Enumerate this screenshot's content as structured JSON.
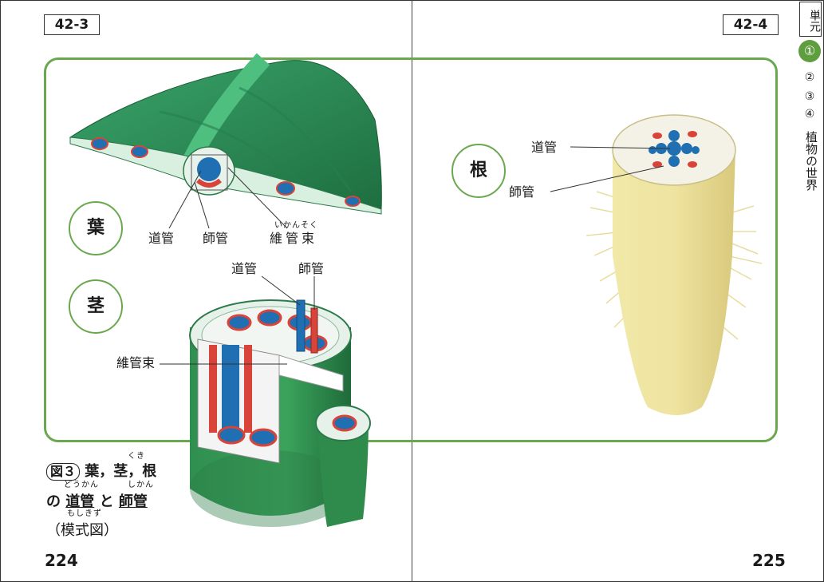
{
  "left_page": {
    "section_tag": "42-3",
    "page_number": "224",
    "leaf_circle": "葉",
    "stem_circle": "茎",
    "leaf_labels": {
      "xylem": "道管",
      "phloem": "師管",
      "bundle": "維管束",
      "bundle_ruby": "いかんそく"
    },
    "stem_labels": {
      "xylem": "道管",
      "phloem": "師管",
      "bundle": "維管束"
    },
    "caption": {
      "badge": "図３",
      "line1_a": "葉，",
      "line1_b": "茎，",
      "line1_c": "根",
      "ruby_kuki": "くき",
      "line2_a": "の",
      "line2_b": "道管",
      "line2_c": "と",
      "line2_d": "師管",
      "ruby_doukan": "どうかん",
      "ruby_shikan": "しかん",
      "line3_open": "（",
      "line3_text": "模式図",
      "line3_close": "）",
      "ruby_mosikizu": "もしきず"
    }
  },
  "right_page": {
    "section_tag": "42-4",
    "page_number": "225",
    "root_circle": "根",
    "root_labels": {
      "xylem": "道管",
      "phloem": "師管"
    }
  },
  "side_tab": {
    "unit_label": "単元",
    "units": [
      "①",
      "②",
      "③",
      "④"
    ],
    "active_unit": "①",
    "unit_title": "植物の世界"
  },
  "colors": {
    "frame_green": "#6aa84f",
    "leaf_green": "#2e8b57",
    "xylem_blue": "#1f6fb2",
    "phloem_red": "#d9443a",
    "root_yellow": "#efe6a0",
    "tab_active": "#5f9e3f"
  },
  "icons": {
    "badge": "figure-badge"
  }
}
